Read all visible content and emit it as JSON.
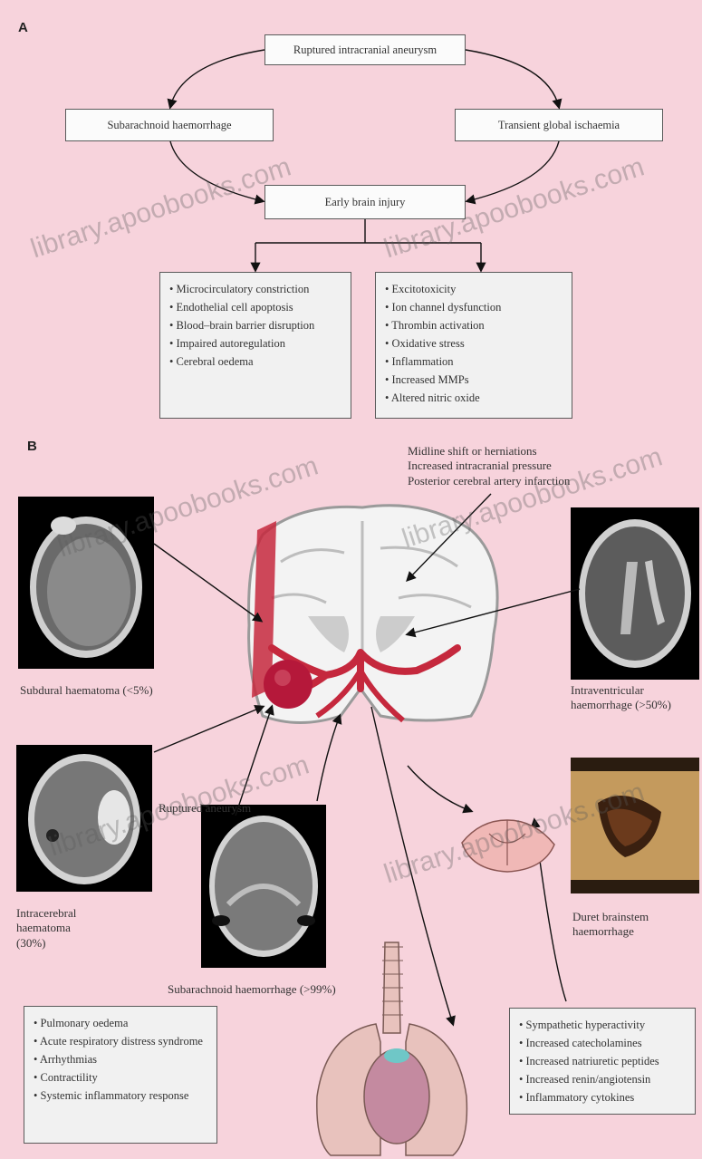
{
  "panel_a": {
    "letter": "A",
    "boxes": {
      "ruptured": "Ruptured intracranial aneurysm",
      "sah": "Subarachnoid haemorrhage",
      "ischaemia": "Transient global ischaemia",
      "ebi": "Early brain injury"
    },
    "left_list": [
      "Microcirculatory constriction",
      "Endothelial cell apoptosis",
      "Blood–brain barrier disruption",
      "Impaired autoregulation",
      "Cerebral oedema"
    ],
    "right_list": [
      "Excitotoxicity",
      "Ion channel dysfunction",
      "Thrombin activation",
      "Oxidative stress",
      "Inflammation",
      "Increased MMPs",
      "Altered nitric oxide"
    ]
  },
  "panel_b": {
    "letter": "B",
    "midline_text": [
      "Midline shift or herniations",
      "Increased intracranial pressure",
      "Posterior cerebral artery infarction"
    ],
    "subdural": "Subdural haematoma (<5%)",
    "intraventricular": "Intraventricular haemorrhage (>50%)",
    "intracerebral": [
      "Intracerebral",
      "haematoma",
      "(30%)"
    ],
    "ruptured_aneurysm": "Ruptured aneurysm",
    "subarachnoid": "Subarachnoid haemorrhage (>99%)",
    "duret": [
      "Duret brainstem",
      "haemorrhage"
    ],
    "left_list": [
      "Pulmonary oedema",
      "Acute respiratory distress syndrome",
      "Arrhythmias",
      "Contractility",
      "Systemic inflammatory response"
    ],
    "right_list": [
      "Sympathetic hyperactivity",
      "Increased catecholamines",
      "Increased natriuretic peptides",
      "Increased renin/angiotensin",
      "Inflammatory cytokines"
    ]
  },
  "watermark": "library.apoobooks.com",
  "colors": {
    "background": "#f7d3dc",
    "box_border": "#5a5a5a",
    "artery": "#c5283d",
    "lung": "#e8c2bd"
  }
}
